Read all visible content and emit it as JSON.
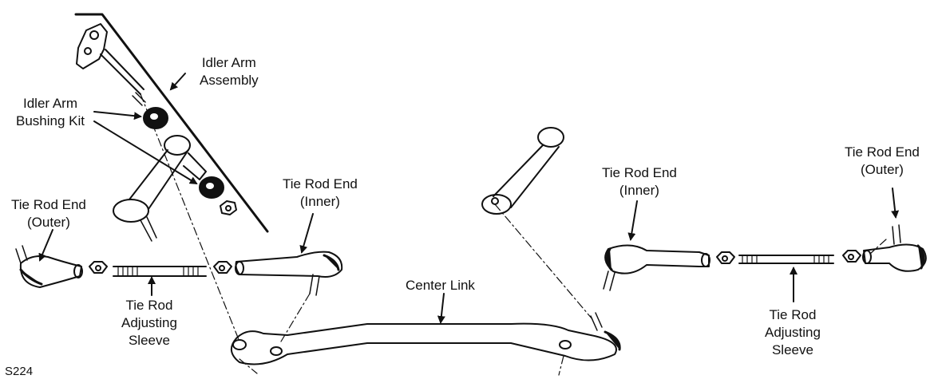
{
  "figure_id": "S224",
  "labels": {
    "idler_arm_assembly": [
      "Idler Arm",
      "Assembly"
    ],
    "idler_arm_bushing_kit": [
      "Idler Arm",
      "Bushing Kit"
    ],
    "left_tie_rod_end_outer": [
      "Tie Rod End",
      "(Outer)"
    ],
    "left_tie_rod_end_inner": [
      "Tie Rod End",
      "(Inner)"
    ],
    "left_adjusting_sleeve": [
      "Tie Rod",
      "Adjusting",
      "Sleeve"
    ],
    "center_link": [
      "Center Link"
    ],
    "right_tie_rod_end_inner": [
      "Tie Rod End",
      "(Inner)"
    ],
    "right_tie_rod_end_outer": [
      "Tie Rod End",
      "(Outer)"
    ],
    "right_adjusting_sleeve": [
      "Tie Rod",
      "Adjusting",
      "Sleeve"
    ]
  },
  "colors": {
    "ink": "#111111",
    "background": "#ffffff"
  }
}
